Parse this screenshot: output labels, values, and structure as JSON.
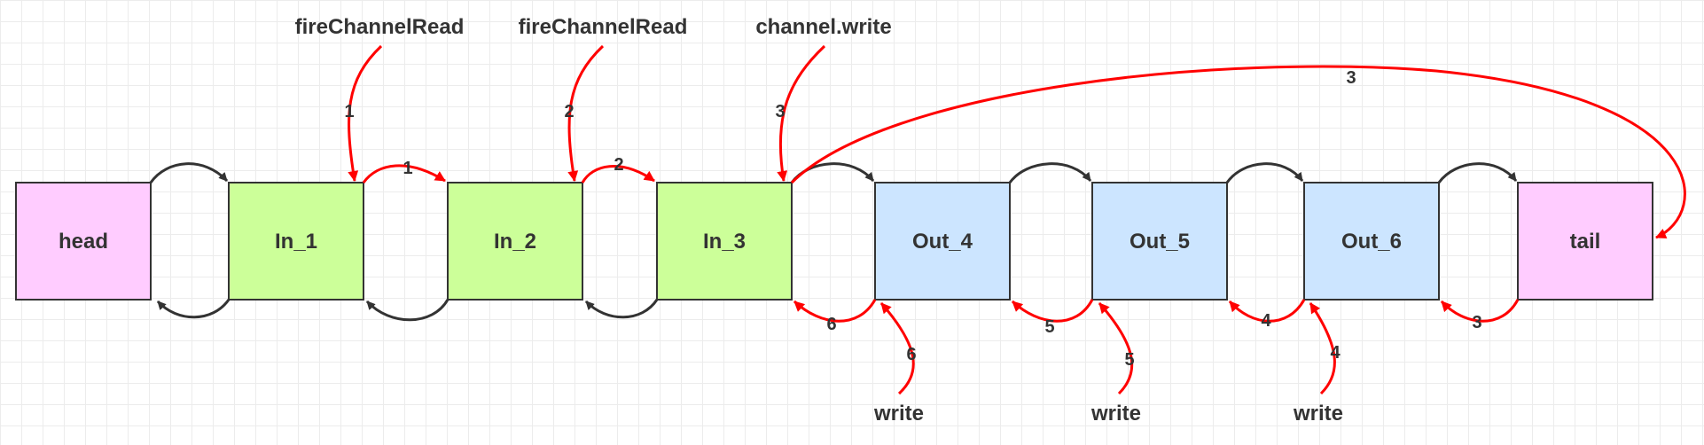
{
  "colors": {
    "head_tail_fill": "#ffccff",
    "inbound_fill": "#ccff99",
    "outbound_fill": "#cce5ff",
    "node_stroke": "#333333",
    "link_arrow": "#333333",
    "event_arrow": "#ff0000"
  },
  "nodes": [
    {
      "id": "head",
      "label": "head",
      "kind": "head"
    },
    {
      "id": "in1",
      "label": "In_1",
      "kind": "inbound"
    },
    {
      "id": "in2",
      "label": "In_2",
      "kind": "inbound"
    },
    {
      "id": "in3",
      "label": "In_3",
      "kind": "inbound"
    },
    {
      "id": "out4",
      "label": "Out_4",
      "kind": "outbound"
    },
    {
      "id": "out5",
      "label": "Out_5",
      "kind": "outbound"
    },
    {
      "id": "out6",
      "label": "Out_6",
      "kind": "outbound"
    },
    {
      "id": "tail",
      "label": "tail",
      "kind": "tail"
    }
  ],
  "top_labels": [
    "fireChannelRead",
    "fireChannelRead",
    "channel.write"
  ],
  "bottom_labels": [
    "write",
    "write",
    "write"
  ],
  "step_labels": {
    "entry_in1": "1",
    "entry_in2": "2",
    "entry_in3": "3",
    "in1_to_in2": "1",
    "in2_to_in3": "2",
    "in3_to_tail": "3",
    "out4_to_in3": "6",
    "out5_to_out4": "5",
    "out6_to_out5": "4",
    "tail_to_out6": "3",
    "entry_out4": "6",
    "entry_out5": "5",
    "entry_out6": "4"
  }
}
